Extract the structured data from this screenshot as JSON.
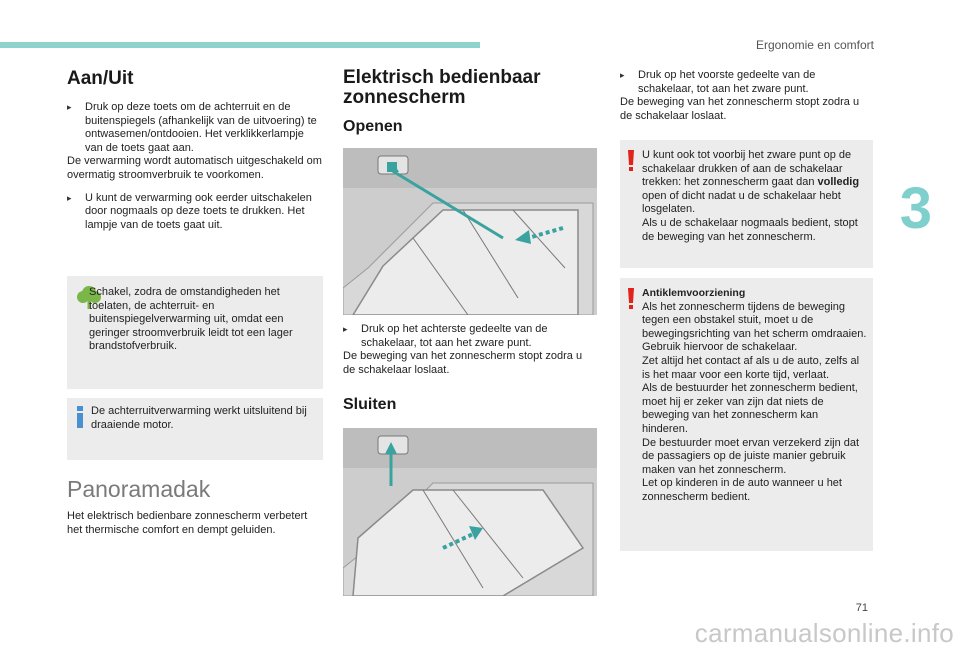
{
  "header": {
    "section_title": "Ergonomie en comfort",
    "chapter_number": "3",
    "page_number": "71",
    "watermark": "carmanualsonline.info"
  },
  "col1": {
    "heading": "Aan/Uit",
    "bullet1": "Druk op deze toets om de achterruit en de buitenspiegels (afhankelijk van de uitvoering) te ontwasemen/ontdooien. Het verklikkerlampje van de toets gaat aan.",
    "para1": "De verwarming wordt automatisch uitgeschakeld om overmatig stroomverbruik te voorkomen.",
    "bullet2": "U kunt de verwarming ook eerder uitschakelen door nogmaals op deze toets te drukken. Het lampje van de toets gaat uit.",
    "eco_note": "Schakel, zodra de omstandigheden het toelaten, de achterruit- en buitenspiegelverwarming uit, omdat een geringer stroomverbruik leidt tot een lager brandstofverbruik.",
    "info_note": "De achterruitverwarming werkt uitsluitend bij draaiende motor.",
    "pano_heading": "Panoramadak",
    "pano_text": "Het elektrisch bedienbare zonnescherm verbetert het thermische comfort en dempt geluiden."
  },
  "col2": {
    "heading_line1": "Elektrisch bedienbaar",
    "heading_line2": "zonnescherm",
    "open_heading": "Openen",
    "open_bullet": "Druk op het achterste gedeelte van de schakelaar, tot aan het zware punt.",
    "open_para": "De beweging van het zonnescherm stopt zodra u de schakelaar loslaat.",
    "close_heading": "Sluiten"
  },
  "col3": {
    "bullet": "Druk op het voorste gedeelte van de schakelaar, tot aan het zware punt.",
    "para": "De beweging van het zonnescherm stopt zodra u de schakelaar loslaat.",
    "warn1_a": "U kunt ook tot voorbij het zware punt op de schakelaar drukken of aan de schakelaar trekken: het zonnescherm gaat dan ",
    "warn1_bold": "volledig",
    "warn1_b": " open of dicht nadat u de schakelaar hebt losgelaten.",
    "warn1_c": "Als u de schakelaar nogmaals bedient, stopt de beweging van het zonnescherm.",
    "warn2_title": "Antiklemvoorziening",
    "warn2_p1": "Als het zonnescherm tijdens de beweging tegen een obstakel stuit, moet u de bewegingsrichting van het scherm omdraaien. Gebruik hiervoor de schakelaar.",
    "warn2_p2": "Zet altijd het contact af als u de auto, zelfs al is het maar voor een korte tijd, verlaat.",
    "warn2_p3": "Als de bestuurder het zonnescherm bedient, moet hij er zeker van zijn dat niets de beweging van het zonnescherm kan hinderen.",
    "warn2_p4": "De bestuurder moet ervan verzekerd zijn dat de passagiers op de juiste manier gebruik maken van het zonnescherm.",
    "warn2_p5": "Let op kinderen in de auto wanneer u het zonnescherm bedient."
  },
  "colors": {
    "accent": "#8fd3cf",
    "eco_green": "#7ab648",
    "info_blue": "#4a8fd0",
    "warning_red": "#e2231a",
    "arrow_teal": "#3aa3a0"
  }
}
